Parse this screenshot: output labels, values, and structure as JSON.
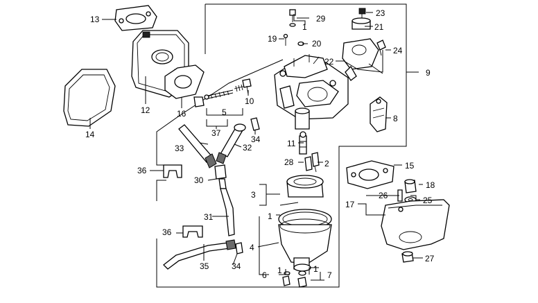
{
  "diagram": {
    "callouts": {
      "c1a": "1",
      "c1b": "1",
      "c1c": "1",
      "c1d": "1",
      "c2": "2",
      "c3": "3",
      "c4": "4",
      "c5": "5",
      "c6": "6",
      "c7": "7",
      "c8": "8",
      "c9": "9",
      "c10": "10",
      "c11": "11",
      "c12": "12",
      "c13": "13",
      "c14": "14",
      "c15": "15",
      "c16": "16",
      "c17": "17",
      "c18": "18",
      "c19": "19",
      "c20": "20",
      "c21": "21",
      "c22": "22",
      "c23": "23",
      "c24": "24",
      "c25": "25",
      "c26": "26",
      "c27": "27",
      "c28": "28",
      "c29": "29",
      "c30": "30",
      "c31": "31",
      "c32": "32",
      "c33": "33",
      "c34a": "34",
      "c34b": "34",
      "c35": "35",
      "c36a": "36",
      "c36b": "36",
      "c37": "37"
    }
  }
}
